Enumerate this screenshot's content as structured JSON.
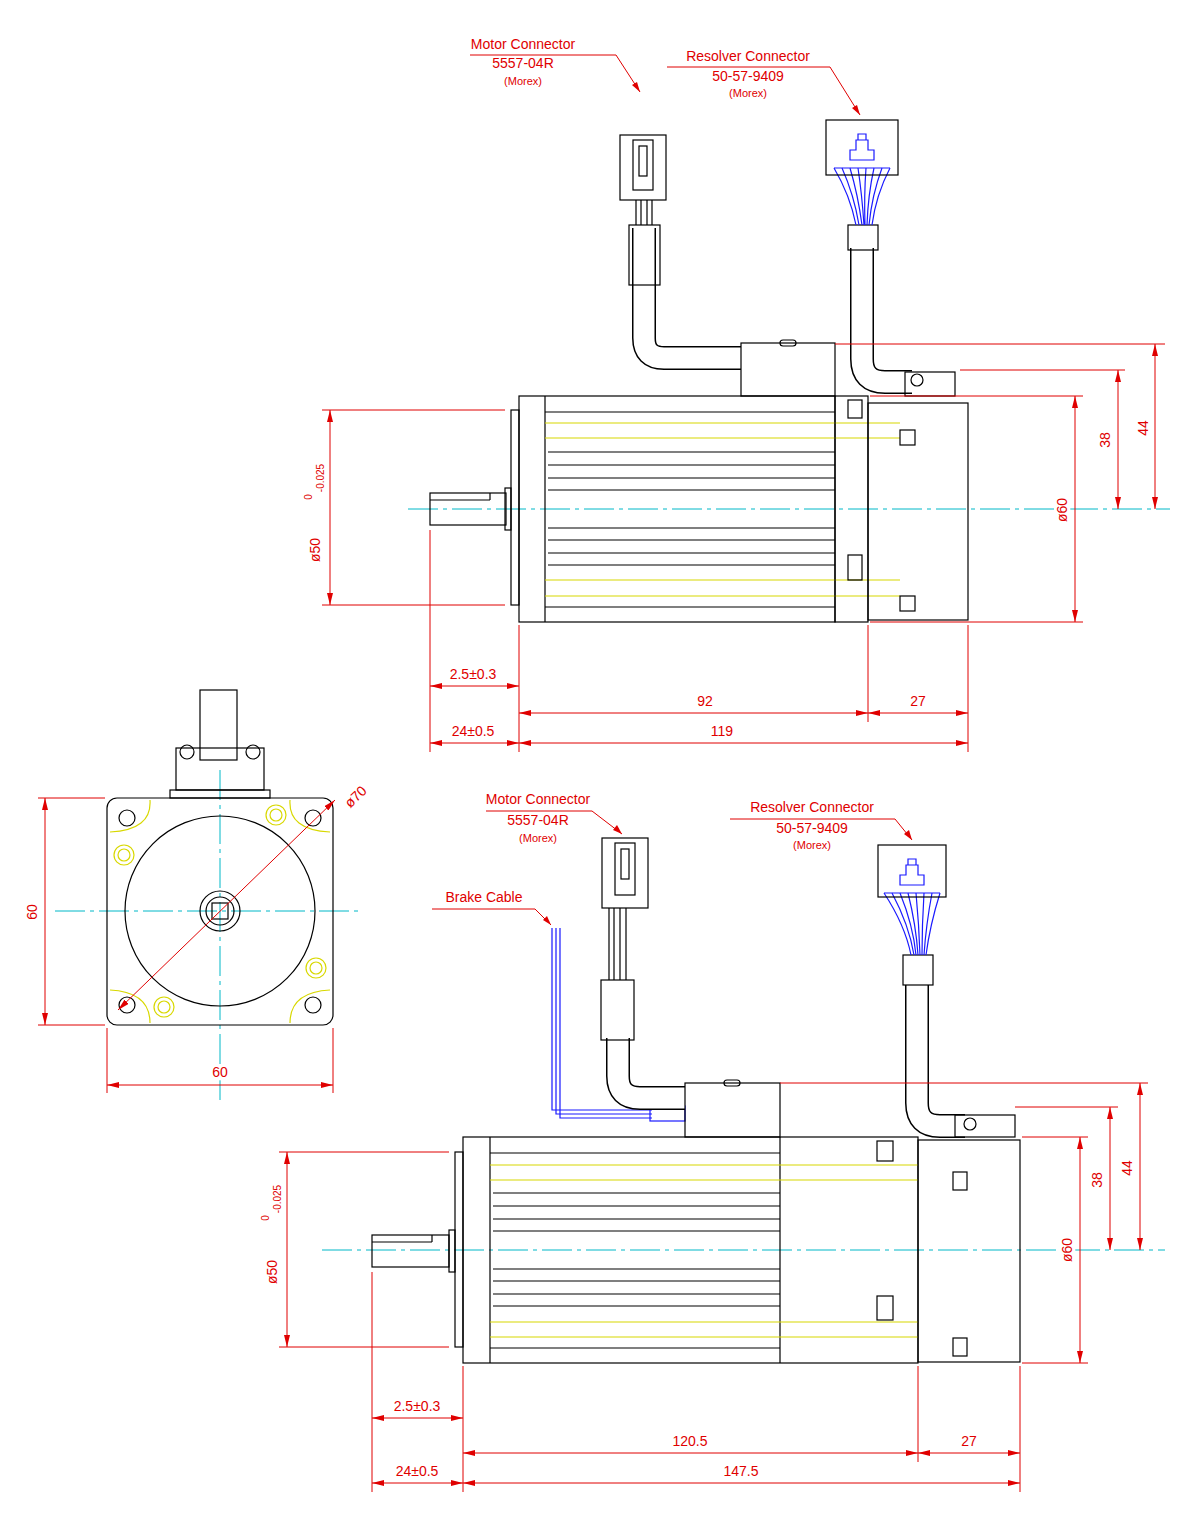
{
  "diagram": {
    "labels": [
      "Motor Connector",
      "5557-04R",
      "(Morex)",
      "Resolver Connector",
      "50-57-9409",
      "(Morex)",
      "ø50",
      "0",
      "-0.025",
      "ø60",
      "38",
      "44",
      "2.5±0.3",
      "92",
      "27",
      "24±0.5",
      "119",
      "ø70",
      "60",
      "60",
      "Motor Connector",
      "5557-04R",
      "(Morex)",
      "Brake Cable",
      "Resolver Connector",
      "50-57-9409",
      "(Morex)",
      "ø50",
      "0",
      "-0.025",
      "ø60",
      "38",
      "44",
      "2.5±0.3",
      "120.5",
      "27",
      "24±0.5",
      "147.5"
    ]
  }
}
